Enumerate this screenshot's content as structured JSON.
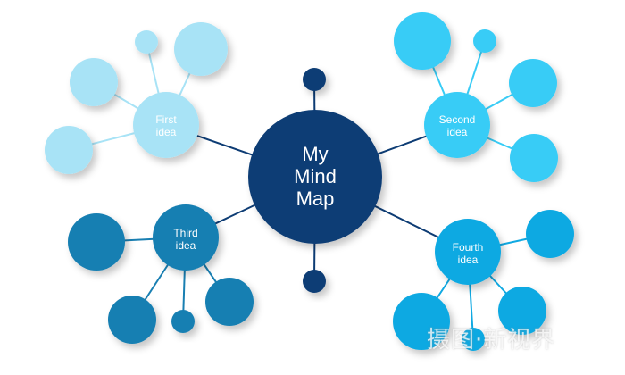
{
  "center": {
    "line1": "My",
    "line2": "Mind",
    "line3": "Map",
    "color": "#0d3c74"
  },
  "ideas": [
    {
      "line1": "First",
      "line2": "idea",
      "color": "#a8e3f6"
    },
    {
      "line1": "Second",
      "line2": "idea",
      "color": "#38ccf6"
    },
    {
      "line1": "Third",
      "line2": "idea",
      "color": "#197fb2"
    },
    {
      "line1": "Fourth",
      "line2": "idea",
      "color": "#10a9e2"
    }
  ],
  "watermark": "摄图·新视界"
}
